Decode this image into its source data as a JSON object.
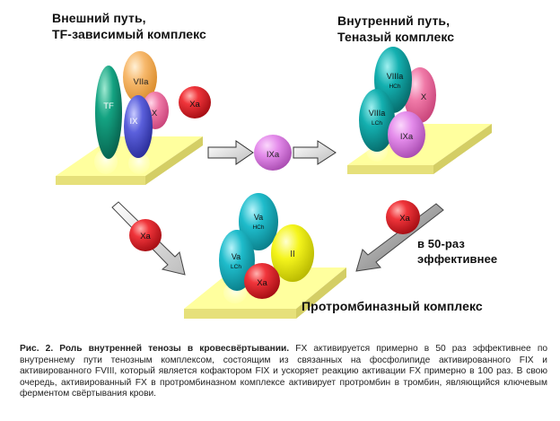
{
  "titles": {
    "extrinsic": "Внешний путь,\nTF-зависимый комплекс",
    "intrinsic": "Внутренний путь,\nТеназый комплекс",
    "prothrombinase": "Протромбиназный комплекс",
    "fold": "в 50-раз\nэффективнее"
  },
  "labels": {
    "tf": "TF",
    "viia": "VIIa",
    "ix": "IX",
    "x": "X",
    "xa": "Xa",
    "ixa": "IXa",
    "viiia_hch": "VIIIa",
    "viiia_lch": "VIIIa",
    "hch": "HCh",
    "lch": "LCh",
    "va": "Va",
    "ii": "II"
  },
  "caption": {
    "lead": "Рис. 2. Роль внутренней тенозы в кровесвёртывании.",
    "body": "FX активируется примерно в 50 раз эффективнее по внутреннему пути тенозным комплексом, состоящим из связанных на фосфолипиде активированного FIX и активированного FVIII, который является кофактором FIX и ускоряет реакцию активации FX примерно в 100 раз. В свою очередь, активированный FX в протромбиназном комплексе активирует протромбин в тромбин, являющийся ключевым ферментом свёртывания крови."
  },
  "colors": {
    "membrane_top": "#ffff9e",
    "membrane_side": "#e6e07a",
    "tf": "#0e9a7c",
    "viia": "#f5b063",
    "ix": "#5a5fd6",
    "x_pink": "#f06da2",
    "xa_red": "#e0202a",
    "ixa_violet": "#e07ae6",
    "viiia": "#11a5a5",
    "va": "#17b3c3",
    "ii": "#f2f20e"
  }
}
